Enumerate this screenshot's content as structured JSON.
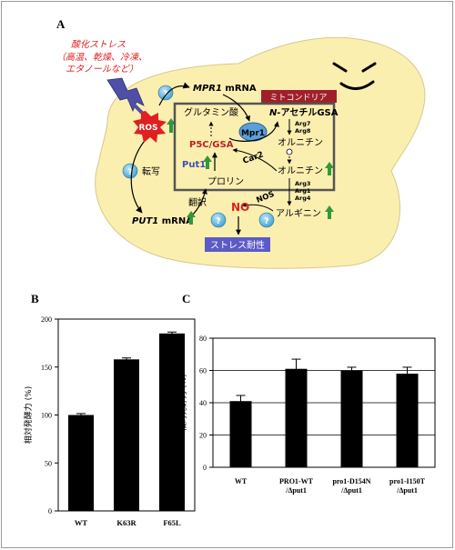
{
  "panels": {
    "A": "A",
    "B": "B",
    "C": "C"
  },
  "diagram": {
    "stress_title": "酸化ストレス",
    "stress_detail_1": "（高温、乾燥、冷凍、",
    "stress_detail_2": "エタノールなど）",
    "ros": "ROS",
    "transcription": "転写",
    "mpr1_mrna_gene": "MPR1",
    "mpr1_mrna_suffix": " mRNA",
    "put1_mrna_gene": "PUT1",
    "put1_mrna_suffix": " mRNA",
    "mito_label": "ミトコンドリア",
    "glutamate": "グルタミン酸",
    "p5c": "P5C/GSA",
    "put1": "Put1",
    "proline": "プロリン",
    "mpr1": "Mpr1",
    "acetyl_prefix": "N-",
    "acetyl_rest": "アセチルGSA",
    "arg7": "Arg7",
    "arg8": "Arg8",
    "ornithine_in": "オルニチン",
    "car2": "Car2",
    "ornithine_out": "オルニチン",
    "arg3": "Arg3",
    "arg1": "Arg1",
    "arg4": "Arg4",
    "arginine": "アルギニン",
    "nos": "NOS",
    "no": "NO",
    "translation": "翻訳",
    "tolerance": "ストレス耐性",
    "question": "?",
    "colors": {
      "cell": "#fbefb0",
      "stress_red": "#e02020",
      "arrow_green": "#2f9a3a",
      "tolerance_box": "#5a5ac8",
      "mito_box": "#a0202a",
      "no_red": "#e02020"
    }
  },
  "chart_data": [
    {
      "type": "bar",
      "panel": "B",
      "categories": [
        "WT",
        "K63R",
        "F65L"
      ],
      "values": [
        100,
        158,
        185
      ],
      "errors": [
        1.5,
        1.5,
        1.5
      ],
      "ylabel": "相対発酵力 (%)",
      "ylim": [
        0,
        200
      ],
      "yticks": [
        "0",
        "50",
        "100",
        "150",
        "200"
      ],
      "grid": false
    },
    {
      "type": "bar",
      "panel": "C",
      "categories": [
        "WT",
        "PRO1-WT\n/Δput1",
        "pro1-D154N\n/Δput1",
        "pro1-I150T\n/Δput1"
      ],
      "values": [
        41,
        61,
        60,
        58
      ],
      "errors": [
        3.5,
        6,
        2,
        4
      ],
      "ylabel": "相対発酵力 (%)",
      "ylim": [
        0,
        80
      ],
      "yticks": [
        "0",
        "20",
        "40",
        "60",
        "80"
      ],
      "grid": true
    }
  ]
}
